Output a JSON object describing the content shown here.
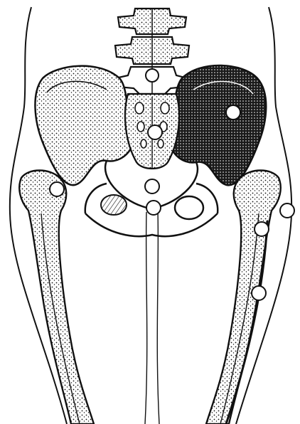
{
  "figure": {
    "subject": "pelvis-and-femurs-anatomical-illustration",
    "style": "black ink engraving on white",
    "colors": {
      "ink": "#111111",
      "paper": "#ffffff",
      "shade": "#2a2a2a"
    },
    "markers": {
      "count": 9,
      "style": "open white circles with ink outline"
    }
  }
}
